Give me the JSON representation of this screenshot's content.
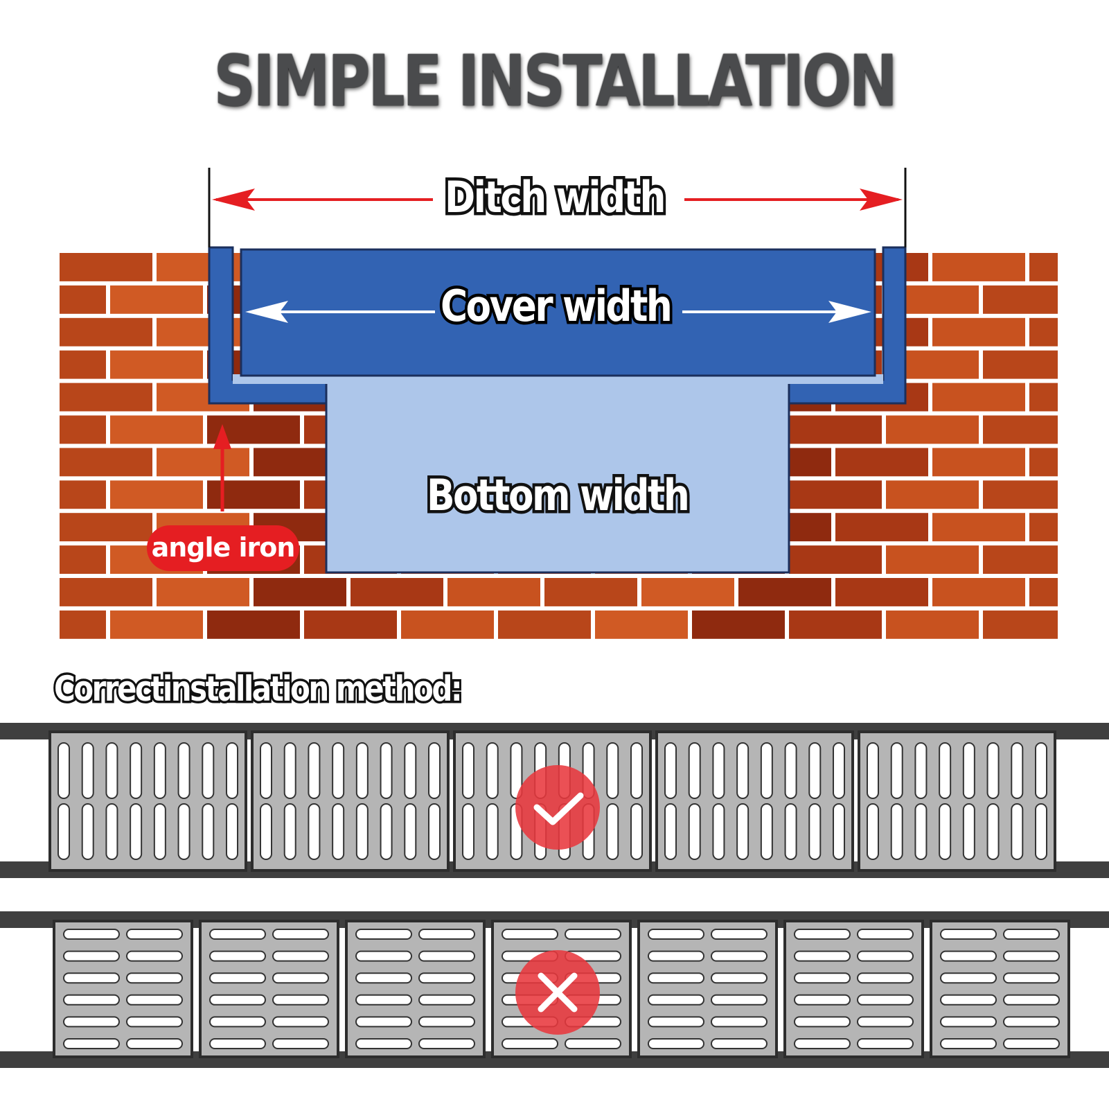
{
  "title": "SIMPLE INSTALLATION",
  "labels": {
    "ditch_width": "Ditch width",
    "cover_width": "Cover width",
    "bottom_width": "Bottom width",
    "angle_iron": "angle iron",
    "method": "Correctinstallation method:"
  },
  "colors": {
    "brick_dark": "#8f2a0f",
    "brick_light": "#c8521f",
    "mortar": "#ffffff",
    "cover_blue": "#3263b3",
    "bottom_blue": "#adc6ea",
    "arrow_red": "#e51e22",
    "grate_gray": "#b5b5b5",
    "rail_dark": "#3f3f3f",
    "badge_red": "#e8383d"
  },
  "rows": [
    {
      "orientation": "vertical-slots",
      "status": "correct",
      "status_icon": "check-icon",
      "panels": 5
    },
    {
      "orientation": "horizontal-slots",
      "status": "incorrect",
      "status_icon": "cross-icon",
      "panels": 7
    }
  ]
}
